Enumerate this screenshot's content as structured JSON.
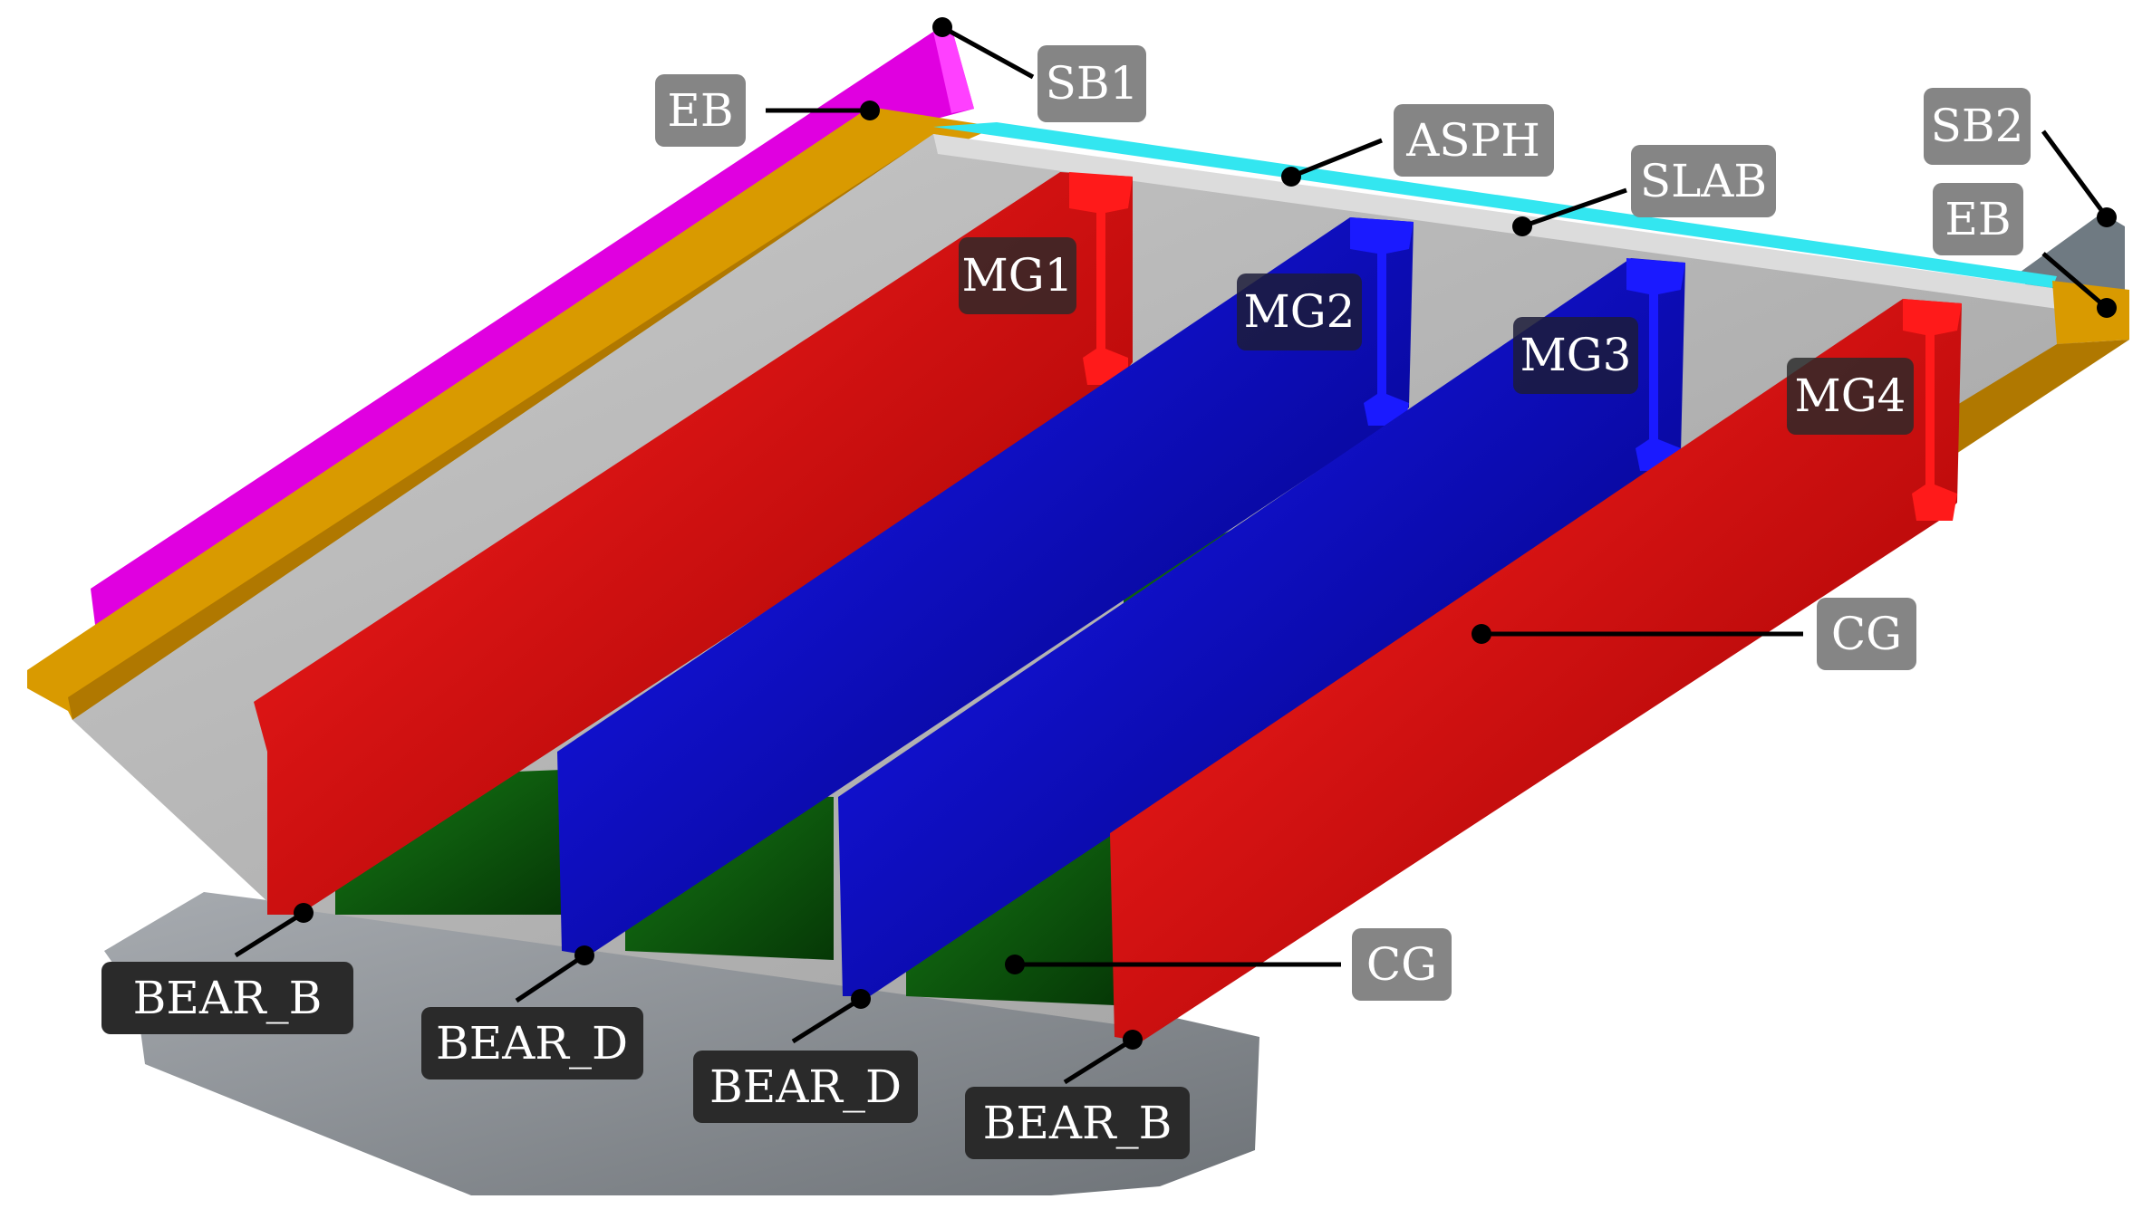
{
  "labels": {
    "sb1": "SB1",
    "eb_left": "EB",
    "asph": "ASPH",
    "slab": "SLAB",
    "sb2": "SB2",
    "eb_right": "EB",
    "mg1": "MG1",
    "mg2": "MG2",
    "mg3": "MG3",
    "mg4": "MG4",
    "cg_upper": "CG",
    "cg_lower": "CG",
    "bear_b_left": "BEAR_B",
    "bear_d_1": "BEAR_D",
    "bear_d_2": "BEAR_D",
    "bear_b_right": "BEAR_B"
  },
  "colors": {
    "safety_barrier": "#e000e0",
    "edge_beam": "#d99a00",
    "asphalt": "#33e6f0",
    "slab": "#b5b5b5",
    "main_girder_outer": "#e00000",
    "main_girder_inner": "#0000cc",
    "cross_girder": "#0a5a0a",
    "abutment": "#8a8e92",
    "light_label_bg": "#858585",
    "dark_label_bg": "#2a2a2a"
  }
}
